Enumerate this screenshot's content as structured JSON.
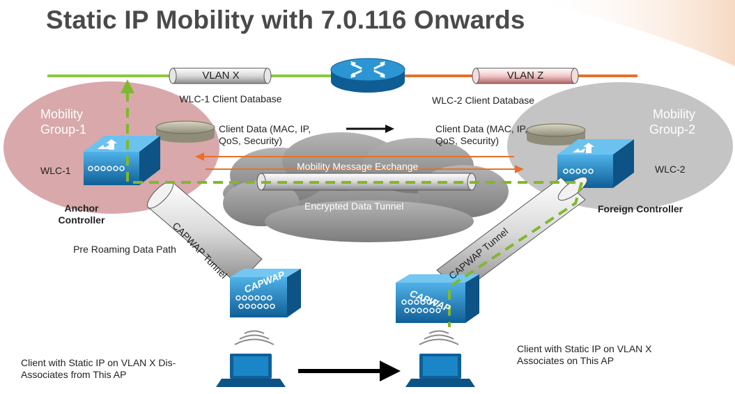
{
  "title": "Static IP Mobility with 7.0.116 Onwards",
  "vlans": {
    "left": "VLAN X",
    "right": "VLAN Z"
  },
  "left_group": {
    "group_name": "Mobility Group-1",
    "controller": "WLC-1",
    "database_label": "WLC-1 Client Database",
    "client_data": "Client Data (MAC, IP, QoS, Security)",
    "role": "Anchor Controller"
  },
  "right_group": {
    "group_name": "Mobility Group-2",
    "controller": "WLC-2",
    "database_label": "WLC-2 Client Database",
    "client_data": "Client Data (MAC, IP, QoS, Security)",
    "role": "Foreign Controller"
  },
  "cloud": {
    "message_exchange": "Mobility Message Exchange",
    "tunnel": "Encrypted Data Tunnel"
  },
  "capwap": {
    "left_tunnel": "CAPWAP Tunnel",
    "right_tunnel": "CAPWAP Tunnel",
    "left_ap": "CAPWAP",
    "right_ap": "CAPWAP"
  },
  "pre_roaming": "Pre Roaming Data Path",
  "clients": {
    "left": "Client with Static IP on VLAN X Dis-Associates from This AP",
    "right": "Client with Static IP on VLAN X Associates on This AP"
  },
  "colors": {
    "title": "#4a4a4a",
    "vlan_line_left": "#8dc63f",
    "vlan_line_right": "#e8702a",
    "group1_fill": "#d8a8aa",
    "group2_fill": "#c4c4c4",
    "cisco_blue": "#1a86c8",
    "dashed_path": "#7fb82e",
    "message_arrows": "#e8702a",
    "cloud": "#9a9a9a"
  }
}
